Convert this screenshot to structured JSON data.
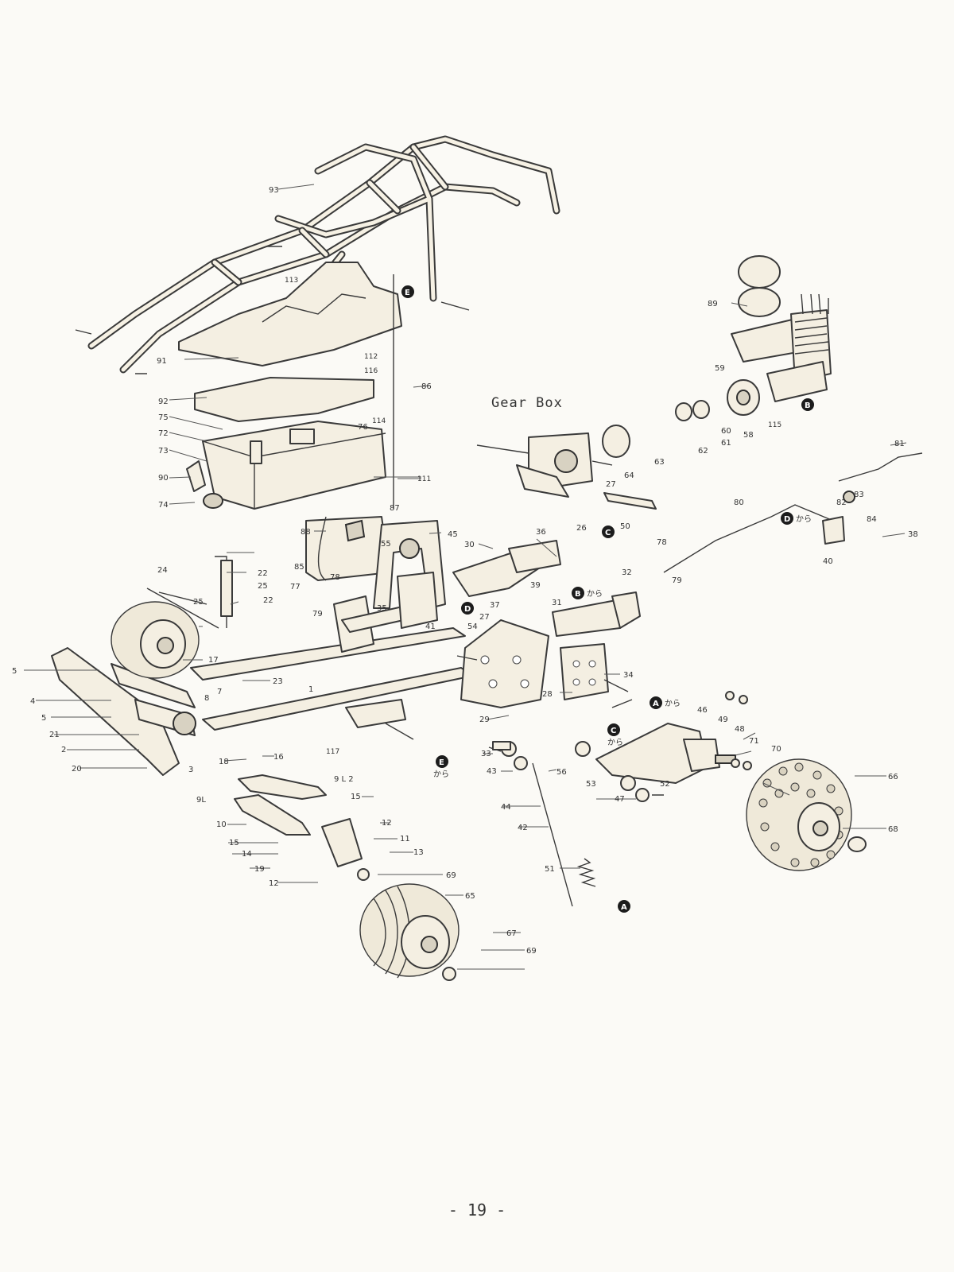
{
  "diagram": {
    "heading": "Gear Box",
    "page_number": "- 19 -",
    "part_labels": [
      "1",
      "2",
      "3",
      "4",
      "5",
      "5",
      "7",
      "8",
      "9L",
      "9 L 2",
      "10",
      "11",
      "12",
      "12",
      "13",
      "14",
      "15",
      "15",
      "16",
      "17",
      "18",
      "19",
      "20",
      "21",
      "22",
      "22",
      "23",
      "24",
      "25",
      "25",
      "26",
      "27",
      "27",
      "28",
      "29",
      "30",
      "31",
      "32",
      "33",
      "34",
      "35",
      "36",
      "37",
      "39",
      "40",
      "41",
      "42",
      "43",
      "44",
      "45",
      "46",
      "47",
      "48",
      "49",
      "50",
      "51",
      "52",
      "53",
      "54",
      "55",
      "56",
      "58",
      "59",
      "60",
      "61",
      "62",
      "63",
      "64",
      "65",
      "66",
      "67",
      "68",
      "69",
      "69",
      "70",
      "71",
      "72",
      "73",
      "74",
      "75",
      "76",
      "77",
      "78",
      "78",
      "79",
      "79",
      "80",
      "81",
      "82",
      "83",
      "84",
      "85",
      "86",
      "87",
      "88",
      "89",
      "90",
      "91",
      "92",
      "93",
      "38",
      "111",
      "112",
      "113",
      "114",
      "115",
      "116",
      "117"
    ],
    "markers": {
      "a": "A",
      "b": "B",
      "c": "C",
      "d": "D",
      "e": "E",
      "kara": "から"
    }
  }
}
